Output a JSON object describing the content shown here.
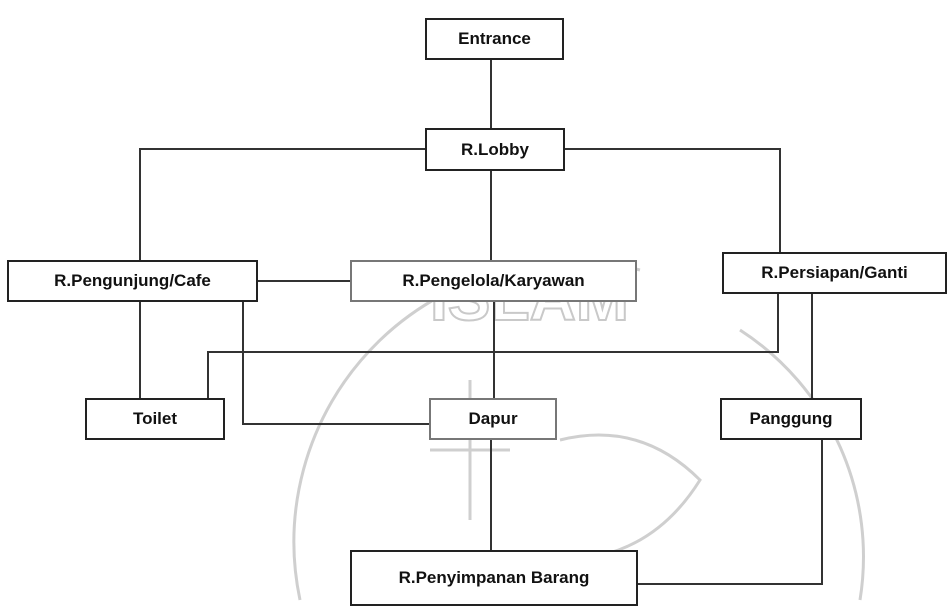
{
  "nodes": {
    "entrance": "Entrance",
    "lobby": "R.Lobby",
    "cafe": "R.Pengunjung/Cafe",
    "pengelola": "R.Pengelola/Karyawan",
    "persiapan": "R.Persiapan/Ganti",
    "toilet": "Toilet",
    "dapur": "Dapur",
    "panggung": "Panggung",
    "penyimpanan": "R.Penyimpanan Barang"
  },
  "edges": [
    [
      "entrance",
      "lobby"
    ],
    [
      "lobby",
      "cafe"
    ],
    [
      "lobby",
      "pengelola"
    ],
    [
      "lobby",
      "persiapan"
    ],
    [
      "cafe",
      "pengelola"
    ],
    [
      "cafe",
      "toilet"
    ],
    [
      "cafe",
      "dapur"
    ],
    [
      "pengelola",
      "dapur"
    ],
    [
      "persiapan",
      "toilet"
    ],
    [
      "persiapan",
      "panggung"
    ],
    [
      "dapur",
      "penyimpanan"
    ],
    [
      "panggung",
      "penyimpanan"
    ]
  ],
  "watermark": {
    "text": "ISLAM",
    "color": "#c9c9c9"
  }
}
